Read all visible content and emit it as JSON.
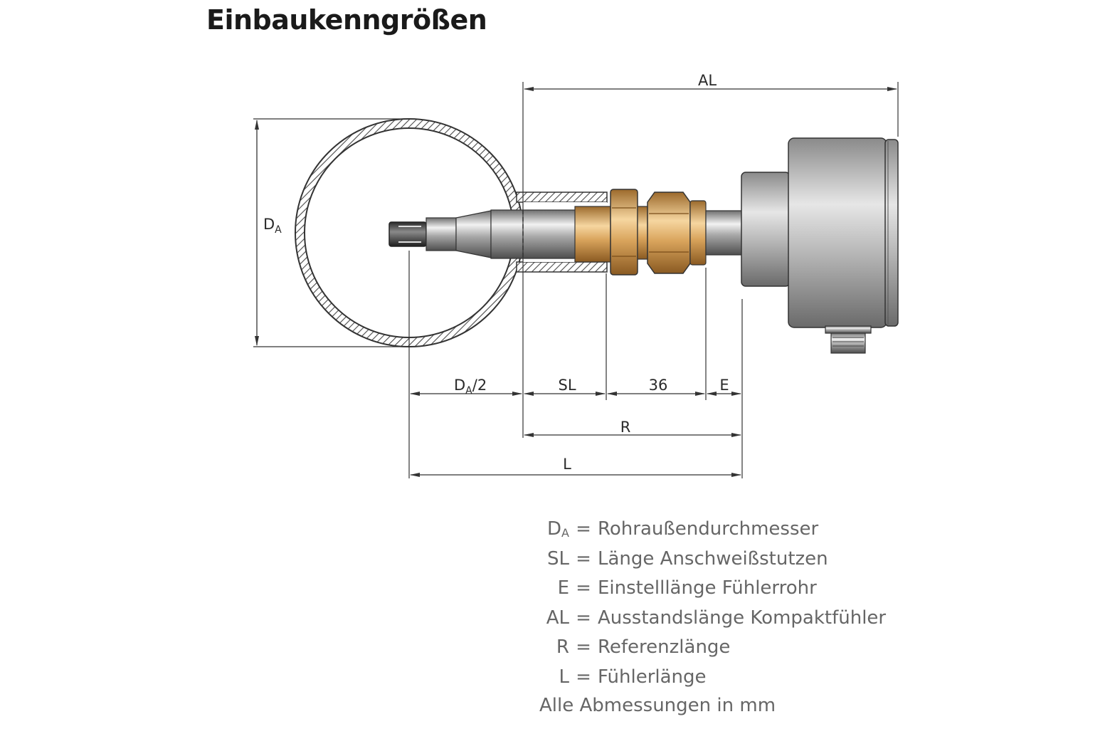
{
  "title": "Einbaukenngrößen",
  "dimensions": {
    "AL": "AL",
    "DA_main": "D",
    "DA_sub": "A",
    "DA2_main": "D",
    "DA2_sub": "A",
    "DA2_tail": "/2",
    "SL": "SL",
    "thirtysix": "36",
    "E": "E",
    "R": "R",
    "L": "L"
  },
  "legend": [
    {
      "sym_main": "D",
      "sym_sub": "A",
      "eq": "=",
      "desc": "Rohraußendurchmesser"
    },
    {
      "sym_main": "SL",
      "sym_sub": "",
      "eq": "=",
      "desc": "Länge Anschweißstutzen"
    },
    {
      "sym_main": "E",
      "sym_sub": "",
      "eq": "=",
      "desc": "Einstelllänge Fühlerrohr"
    },
    {
      "sym_main": "AL",
      "sym_sub": "",
      "eq": "=",
      "desc": "Ausstandslänge Kompaktfühler"
    },
    {
      "sym_main": "R",
      "sym_sub": "",
      "eq": "=",
      "desc": "Referenzlänge"
    },
    {
      "sym_main": "L",
      "sym_sub": "",
      "eq": "=",
      "desc": "Fühlerlänge"
    }
  ],
  "note": "Alle Abmessungen in mm"
}
